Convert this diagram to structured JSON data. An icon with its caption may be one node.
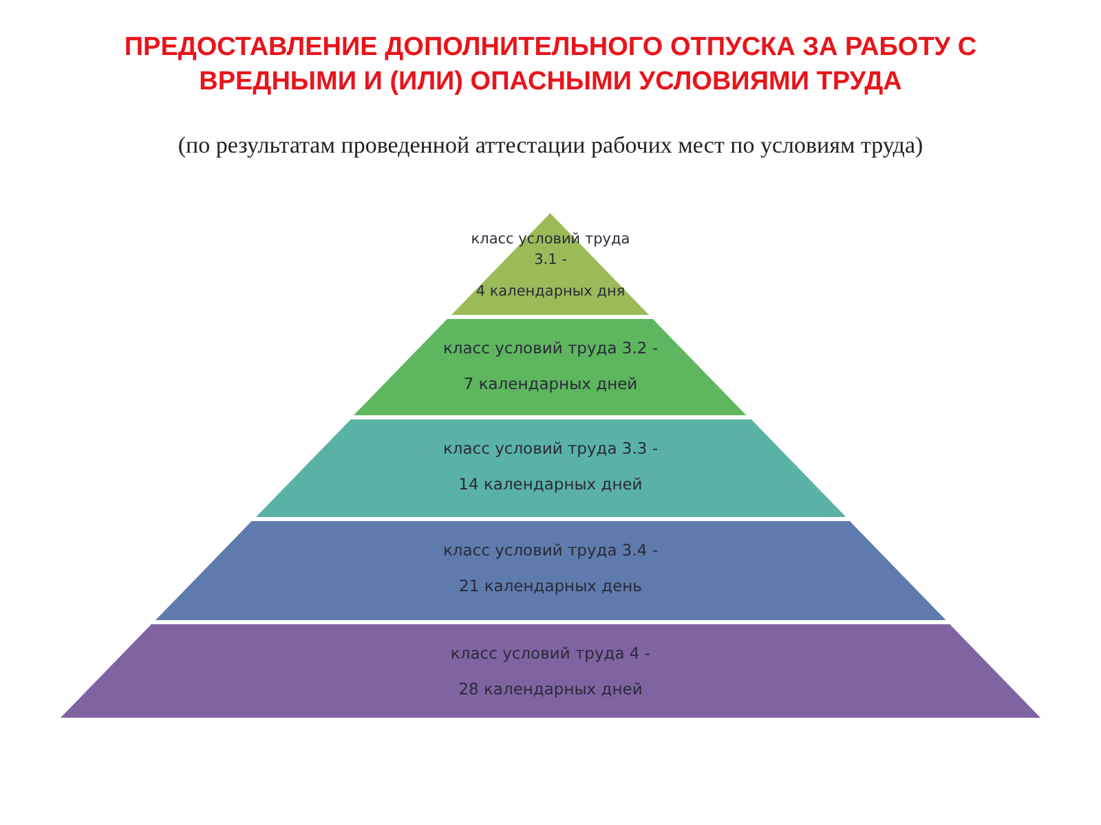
{
  "diagram": {
    "title": "ПРЕДОСТАВЛЕНИЕ ДОПОЛНИТЕЛЬНОГО ОТПУСКА ЗА РАБОТУ С ВРЕДНЫМИ И (ИЛИ) ОПАСНЫМИ УСЛОВИЯМИ ТРУДА",
    "nodes": [
      {
        "text": [
          "класс условий труда 3.1 -",
          "4 календарных дня"
        ]
      },
      {
        "text": [
          "класс условий труда 3.2 -",
          "7 календарных дней"
        ]
      },
      {
        "text": [
          "класс условий труда 3.3 -",
          "14 календарных дней"
        ]
      },
      {
        "text": [
          "класс условий труда 3.4 -",
          "21 календарных день"
        ]
      },
      {
        "text": [
          "класс условий труда 4 -",
          "28 календарных дней"
        ]
      }
    ],
    "labels": [
      "(по результатам проведенной аттестации рабочих мест по условиям труда)"
    ]
  }
}
